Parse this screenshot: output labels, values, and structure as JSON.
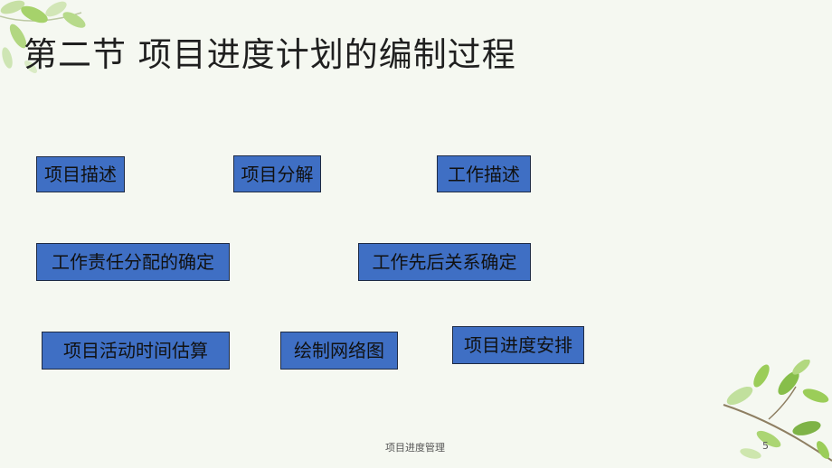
{
  "slide": {
    "title": "第二节  项目进度计划的编制过程",
    "boxes": {
      "project_description": "项目描述",
      "project_decomposition": "项目分解",
      "work_description": "工作描述",
      "responsibility_assignment": "工作责任分配的确定",
      "work_sequence": "工作先后关系确定",
      "activity_time_estimate": "项目活动时间估算",
      "draw_network": "绘制网络图",
      "schedule_arrangement": "项目进度安排"
    },
    "footer": {
      "text": "项目进度管理",
      "page_number": "5"
    }
  },
  "colors": {
    "box_fill": "#3f6fc4",
    "box_border": "#1e2b44",
    "background": "#f5f8f1",
    "leaf_green": "#8cc63f"
  },
  "decorations": [
    "leaf-branch-top-left",
    "leaf-branch-bottom-right"
  ]
}
